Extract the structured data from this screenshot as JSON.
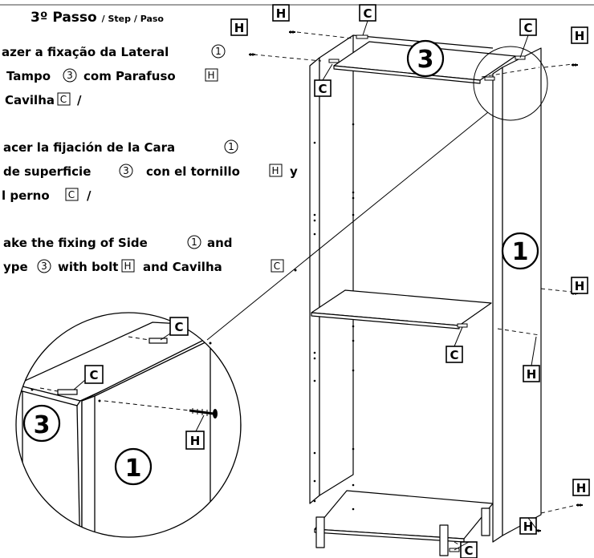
{
  "title": "3º Passo",
  "title_sub": "/ Step / Paso",
  "instructions": {
    "pt": [
      "azer a fixação da Lateral",
      "Tampo",
      "com Parafuso",
      "Cavilha",
      "/"
    ],
    "es": [
      "acer la fijación de la Cara",
      "de superficie",
      "con el tornillo",
      "y",
      "l perno",
      "/"
    ],
    "en": [
      "ake the fixing of Side",
      "and",
      "ype",
      "with bolt",
      "and Cavilha"
    ]
  },
  "symbols": {
    "side": "1",
    "top": "3",
    "bolt": "H",
    "dowel": "C"
  },
  "colors": {
    "line": "#000000",
    "fill": "#ffffff"
  }
}
